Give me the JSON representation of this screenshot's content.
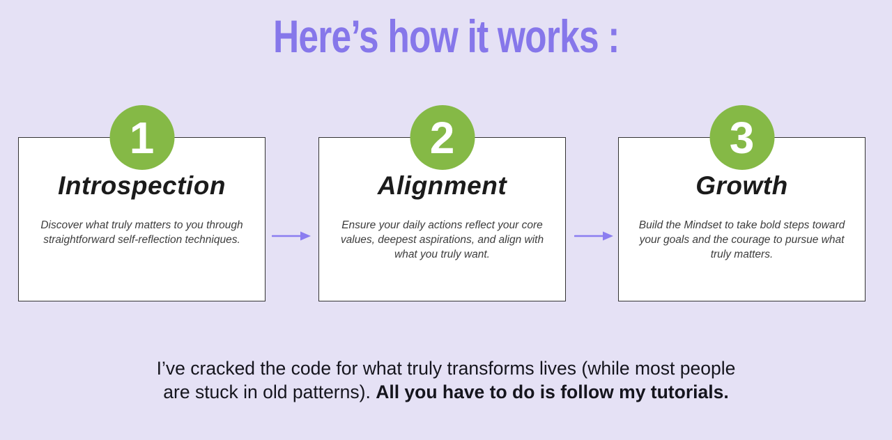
{
  "title": {
    "text": "Here’s how it works :"
  },
  "steps": [
    {
      "number": "1",
      "title": "Introspection",
      "description": "Discover what truly matters to you through straightforward self-reflection techniques."
    },
    {
      "number": "2",
      "title": "Alignment",
      "description": "Ensure your daily actions reflect your core values, deepest aspirations, and align with what you truly want."
    },
    {
      "number": "3",
      "title": "Growth",
      "description": "Build the Mindset to take bold steps toward your goals and the courage to pursue what truly matters."
    }
  ],
  "arrows": [
    {
      "icon": "arrow-right"
    },
    {
      "icon": "arrow-right"
    }
  ],
  "footer": {
    "line1": "I’ve cracked the code for what truly transforms lives (while most people",
    "line2_regular": "are stuck in old patterns). ",
    "line2_bold": "All you have to do is follow my tutorials."
  },
  "colors": {
    "background": "#e5e1f5",
    "title_purple": "#8677ea",
    "badge_green": "#85b946",
    "arrow_purple": "#8b7df0",
    "card_background": "#ffffff",
    "card_border": "#333333",
    "card_title_text": "#1b1b1b",
    "card_body_text": "#3c3c3c",
    "footer_text": "#15151d"
  }
}
